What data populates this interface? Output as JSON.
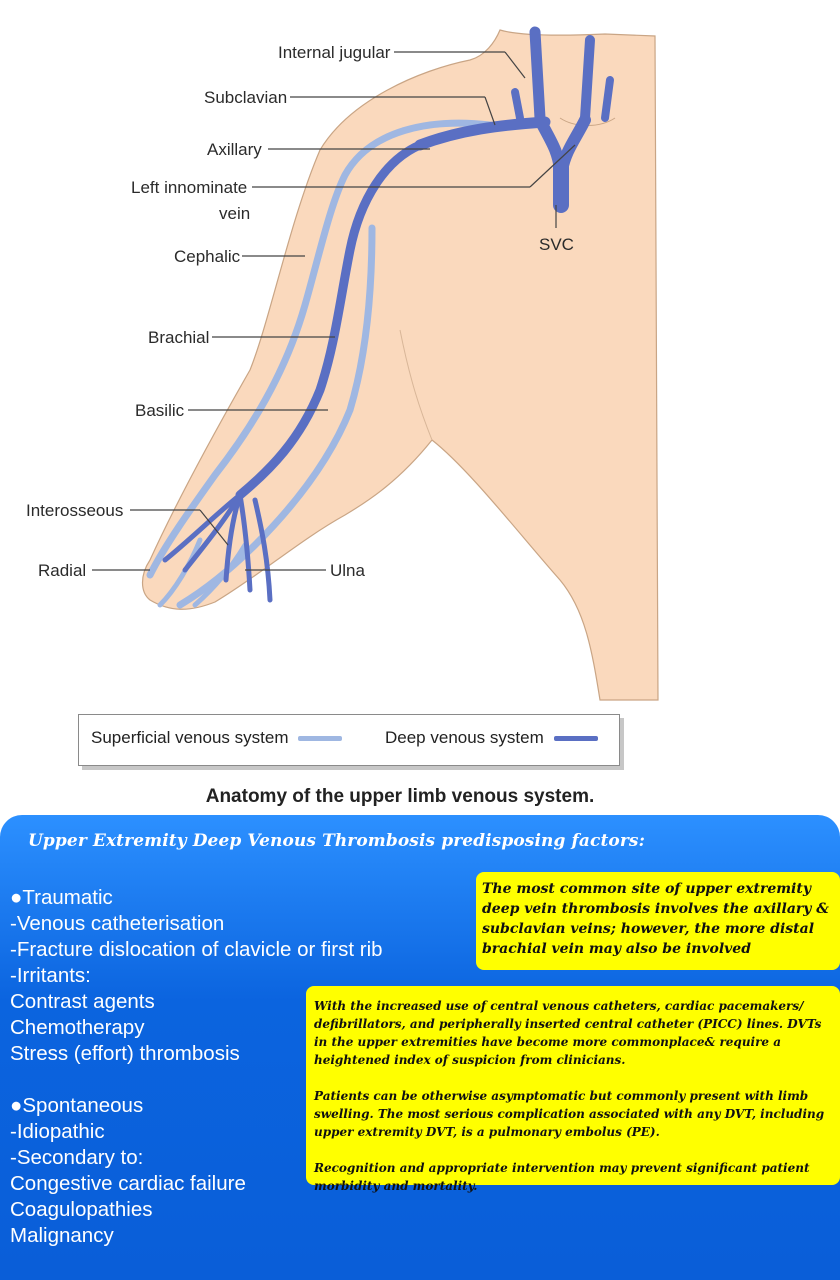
{
  "diagram": {
    "labels": {
      "internal_jugular": "Internal jugular",
      "subclavian": "Subclavian",
      "axillary": "Axillary",
      "left_innominate_line1": "Left innominate",
      "left_innominate_line2": "vein",
      "svc": "SVC",
      "cephalic": "Cephalic",
      "brachial": "Brachial",
      "basilic": "Basilic",
      "interosseous": "Interosseous",
      "radial": "Radial",
      "ulna": "Ulna"
    },
    "legend": {
      "superficial": "Superficial venous system",
      "deep": "Deep venous system"
    },
    "caption": "Anatomy of the upper limb venous system.",
    "colors": {
      "skin": "#fad9bd",
      "skin_outline": "#c9a585",
      "superficial_vein": "#9fb7e2",
      "deep_vein": "#5a6fc3"
    }
  },
  "panel": {
    "title": "Upper Extremity Deep Venous Thrombosis predisposing factors:",
    "factors": [
      "●Traumatic",
      "-Venous catheterisation",
      "-Fracture dislocation of clavicle or first rib",
      "-Irritants:",
      "Contrast agents",
      "Chemotherapy",
      "Stress (effort) thrombosis",
      "",
      "●Spontaneous",
      "-Idiopathic",
      "-Secondary to:",
      "Congestive cardiac failure",
      "Coagulopathies",
      "Malignancy"
    ],
    "note1": "The most common site of upper extremity deep vein thrombosis involves the axillary & subclavian veins; however, the more distal brachial vein may also be involved",
    "note2": [
      "With the increased use of central venous catheters, cardiac pacemakers/ defibrillators, and peripherally inserted central catheter (PICC) lines. DVTs in the upper extremities have become more commonplace& require a heightened index of suspicion from clinicians.",
      "Patients can be otherwise asymptomatic but commonly present with limb swelling. The most serious complication associated with any DVT, including upper extremity DVT, is a pulmonary embolus (PE).",
      "Recognition and appropriate intervention may prevent significant patient morbidity and mortality."
    ],
    "colors": {
      "panel_blue": "#0b64df",
      "note_yellow": "#ffff00"
    }
  }
}
